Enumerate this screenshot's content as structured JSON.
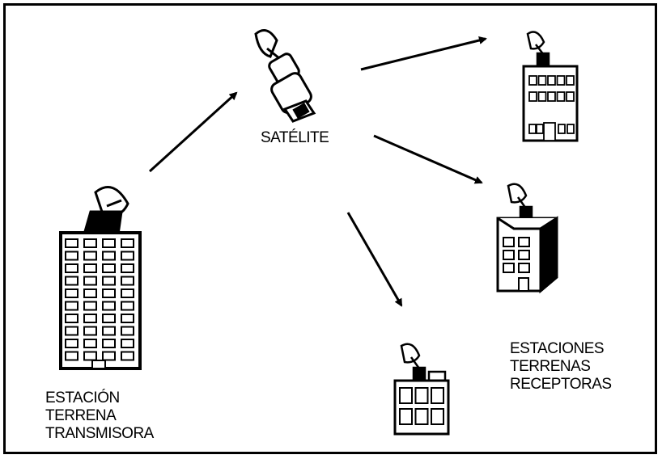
{
  "labels": {
    "satellite": "SATÉLITE",
    "transmitter": [
      "ESTACIÓN",
      "TERRENA",
      "TRANSMISORA"
    ],
    "receivers": [
      "ESTACIONES",
      "TERRENAS",
      "RECEPTORAS"
    ]
  },
  "colors": {
    "line": "#000000",
    "background": "#ffffff"
  },
  "icons": [
    "satellite-icon",
    "dish-antenna-icon",
    "building-icon",
    "arrow-icon"
  ]
}
